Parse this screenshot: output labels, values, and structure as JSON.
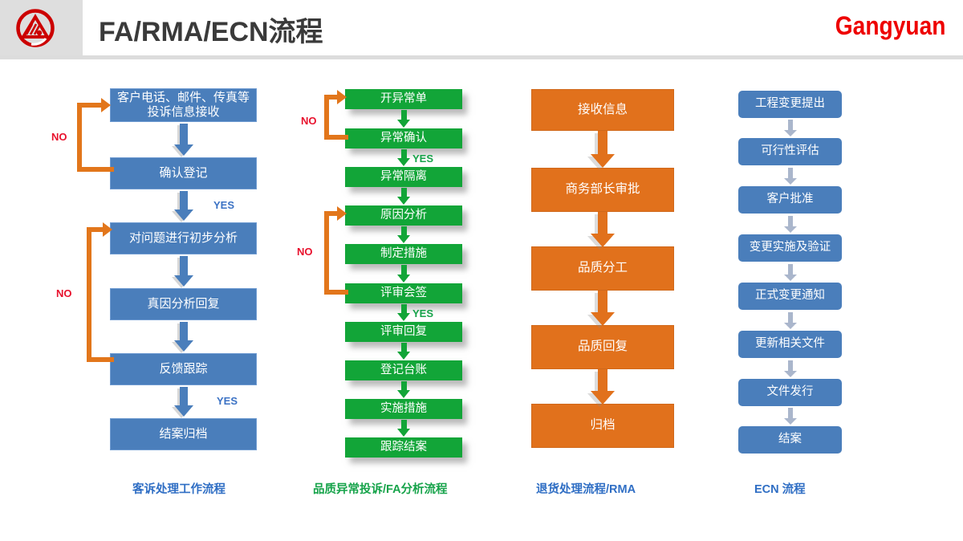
{
  "header": {
    "logo_name": "gangyuan-logo",
    "title": "FA/RMA/ECN流程",
    "brand": "Gangyuan",
    "brand_color": "#ee0000",
    "plate_color": "#dedede"
  },
  "columns": [
    {
      "id": "complaint",
      "caption": "客诉处理工作流程",
      "caption_color": "#2f6ec4",
      "node_color": "#4a7ebb",
      "nodes": [
        "客户电话、邮件、传真等\n投诉信息接收",
        "确认登记",
        "对问题进行初步分析",
        "真因分析回复",
        "反馈跟踪",
        "结案归档"
      ],
      "labels": [
        {
          "text": "NO",
          "kind": "no"
        },
        {
          "text": "YES",
          "kind": "yes"
        },
        {
          "text": "NO",
          "kind": "no"
        },
        {
          "text": "YES",
          "kind": "yes"
        }
      ]
    },
    {
      "id": "fa",
      "caption": "品质异常投诉/FA分析流程",
      "caption_color": "#16a34a",
      "node_color": "#12a538",
      "nodes": [
        "开异常单",
        "异常确认",
        "异常隔离",
        "原因分析",
        "制定措施",
        "评审会签",
        "评审回复",
        "登记台账",
        "实施措施",
        "跟踪结案"
      ],
      "labels": [
        {
          "text": "NO",
          "kind": "no"
        },
        {
          "text": "YES",
          "kind": "yes"
        },
        {
          "text": "NO",
          "kind": "no"
        },
        {
          "text": "YES",
          "kind": "yes"
        }
      ]
    },
    {
      "id": "rma",
      "caption": "退货处理流程/RMA",
      "caption_color": "#2f6ec4",
      "node_color": "#e1711c",
      "nodes": [
        "接收信息",
        "商务部长审批",
        "品质分工",
        "品质回复",
        "归档"
      ],
      "labels": []
    },
    {
      "id": "ecn",
      "caption": "ECN 流程",
      "caption_color": "#2f6ec4",
      "node_color": "#4a7ebb",
      "nodes": [
        "工程变更提出",
        "可行性评估",
        "客户批准",
        "变更实施及验证",
        "正式变更通知",
        "更新相关文件",
        "文件发行",
        "结案"
      ],
      "labels": []
    }
  ]
}
